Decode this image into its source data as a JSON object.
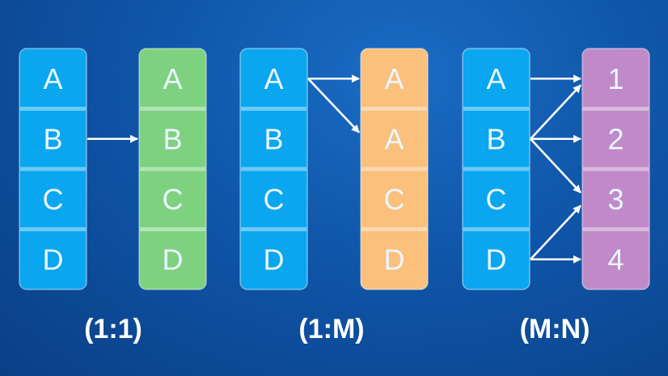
{
  "colors": {
    "left": "#0aa6ef",
    "one_to_one": "#7ed27f",
    "one_to_many": "#fbc07c",
    "many_to_many": "#c08ac8",
    "arrow": "#ffffff"
  },
  "groups": [
    {
      "caption": "(1:1)",
      "left": [
        "A",
        "B",
        "C",
        "D"
      ],
      "right": [
        "A",
        "B",
        "C",
        "D"
      ],
      "right_color": "one_to_one",
      "arrows": [
        [
          1,
          1
        ]
      ]
    },
    {
      "caption": "(1:M)",
      "left": [
        "A",
        "B",
        "C",
        "D"
      ],
      "right": [
        "A",
        "A",
        "C",
        "D"
      ],
      "right_color": "one_to_many",
      "arrows": [
        [
          0,
          0
        ],
        [
          0,
          1
        ]
      ]
    },
    {
      "caption": "(M:N)",
      "left": [
        "A",
        "B",
        "C",
        "D"
      ],
      "right": [
        "1",
        "2",
        "3",
        "4"
      ],
      "right_color": "many_to_many",
      "arrows": [
        [
          0,
          0
        ],
        [
          1,
          0
        ],
        [
          1,
          1
        ],
        [
          1,
          2
        ],
        [
          3,
          2
        ],
        [
          3,
          3
        ]
      ]
    }
  ]
}
